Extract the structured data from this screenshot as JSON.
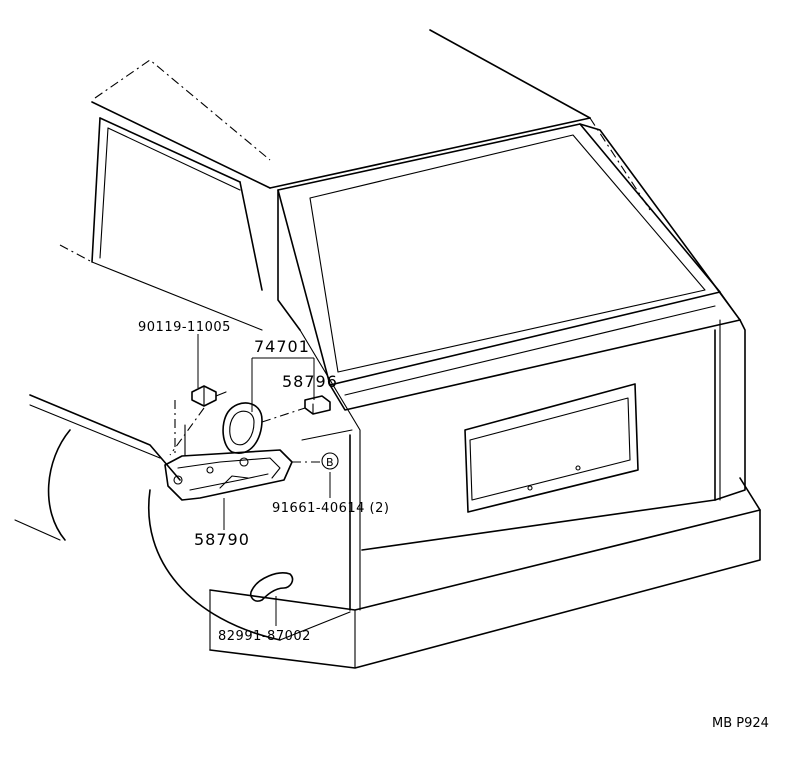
{
  "parts": {
    "bolt": "90119-11005",
    "cover_group": "74701",
    "cover_clip": "58796",
    "nut_ref": "91661-40614 (2)",
    "nut_marker": "B",
    "bracket": "58790",
    "hook": "82991-87002"
  },
  "figure_code": "MB P924"
}
